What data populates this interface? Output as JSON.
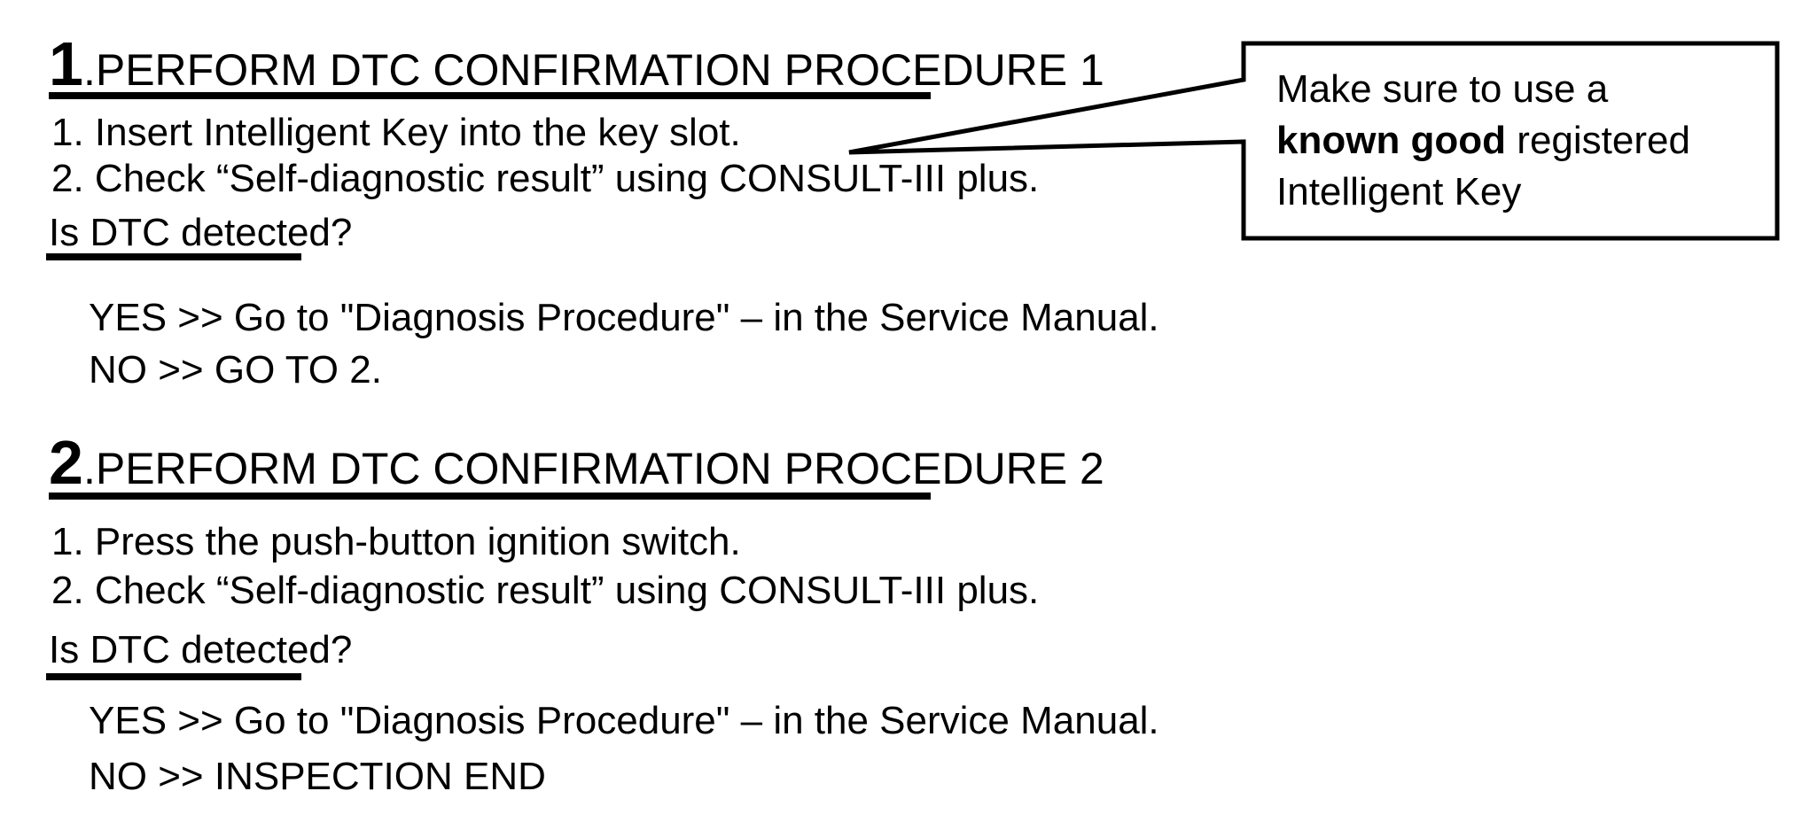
{
  "page": {
    "background": "#ffffff",
    "text_color": "#000000"
  },
  "steps": [
    {
      "number": "1",
      "dot": ".",
      "title": "PERFORM DTC CONFIRMATION PROCEDURE 1",
      "instructions": [
        "1. Insert Intelligent Key into the key slot.",
        "2. Check “Self-diagnostic result” using CONSULT-III plus."
      ],
      "question": "Is DTC detected?",
      "answers": [
        "YES >> Go to \"Diagnosis Procedure\" – in the Service Manual.",
        "NO >> GO TO 2."
      ]
    },
    {
      "number": "2",
      "dot": ".",
      "title": "PERFORM DTC CONFIRMATION PROCEDURE 2",
      "instructions": [
        "1. Press the push-button ignition switch.",
        "2. Check “Self-diagnostic result” using CONSULT-III plus."
      ],
      "question": "Is DTC detected?",
      "answers": [
        "YES >> Go to \"Diagnosis Procedure\" – in the Service Manual.",
        "NO >> INSPECTION END"
      ]
    }
  ],
  "callout": {
    "line1": "Make sure to use a",
    "line2_bold": "known good",
    "line2_rest": " registered",
    "line3": "Intelligent Key",
    "border_color": "#000000",
    "fill_color": "#ffffff"
  }
}
